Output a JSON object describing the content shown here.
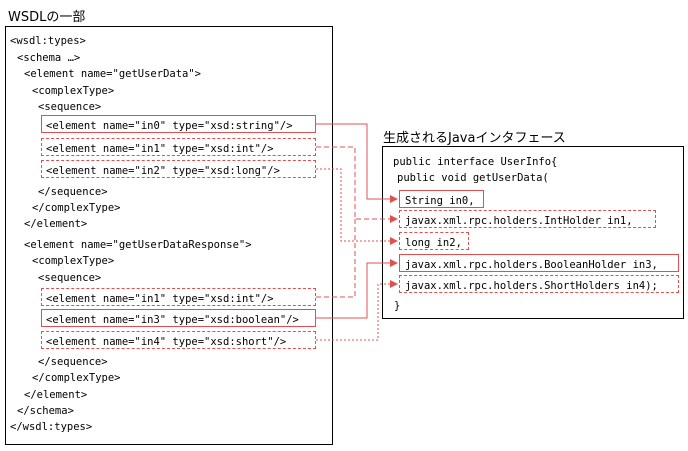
{
  "titles": {
    "wsdl": "WSDLの一部",
    "java": "生成されるJavaインタフェース"
  },
  "wsdl_lines": [
    "<wsdl:types>",
    "<schema …>",
    "<element name=\"getUserData\">",
    "<complexType>",
    "<sequence>",
    "<element name=\"in0\" type=\"xsd:string\"/>",
    "<element name=\"in1\" type=\"xsd:int\"/>",
    "<element name=\"in2\" type=\"xsd:long\"/>",
    "</sequence>",
    "</complexType>",
    "</element>",
    "<element name=\"getUserDataResponse\">",
    "<complexType>",
    "<sequence>",
    "<element name=\"in1\" type=\"xsd:int\"/>",
    "<element name=\"in3\" type=\"xsd:boolean\"/>",
    "<element name=\"in4\" type=\"xsd:short\"/>",
    "</sequence>",
    "</complexType>",
    "</element>",
    "</schema>",
    "</wsdl:types>"
  ],
  "java_lines": [
    "public interface UserInfo{",
    "public void getUserData(",
    "String in0,",
    "javax.xml.rpc.holders.IntHolder in1,",
    "long in2,",
    "javax.xml.rpc.holders.BooleanHolder in3,",
    "javax.xml.rpc.holders.ShortHolders in4);",
    "}"
  ],
  "colors": {
    "accent": "#e05050",
    "text": "#000000",
    "border": "#000000"
  }
}
